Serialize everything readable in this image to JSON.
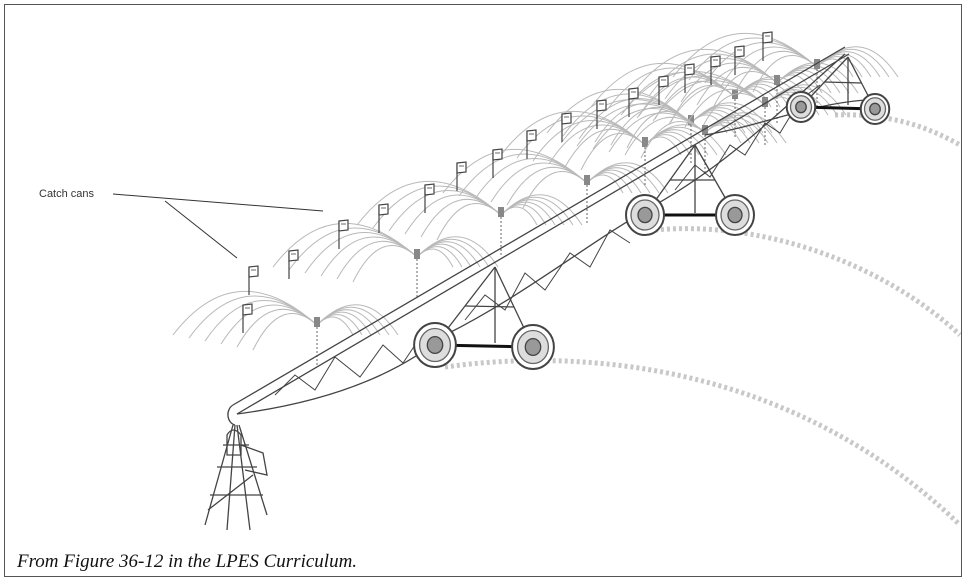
{
  "figure": {
    "callout_label": "Catch cans",
    "caption": "From Figure 36-12 in the LPES Curriculum."
  },
  "colors": {
    "frame": "#555555",
    "line": "#444444",
    "spray": "#b5b5b5",
    "track": "#c8c8c8",
    "wheel_axle": "#111111"
  },
  "diagram": {
    "catch_can_count": 17,
    "tower_count": 3,
    "sprinkler_count": 11
  }
}
